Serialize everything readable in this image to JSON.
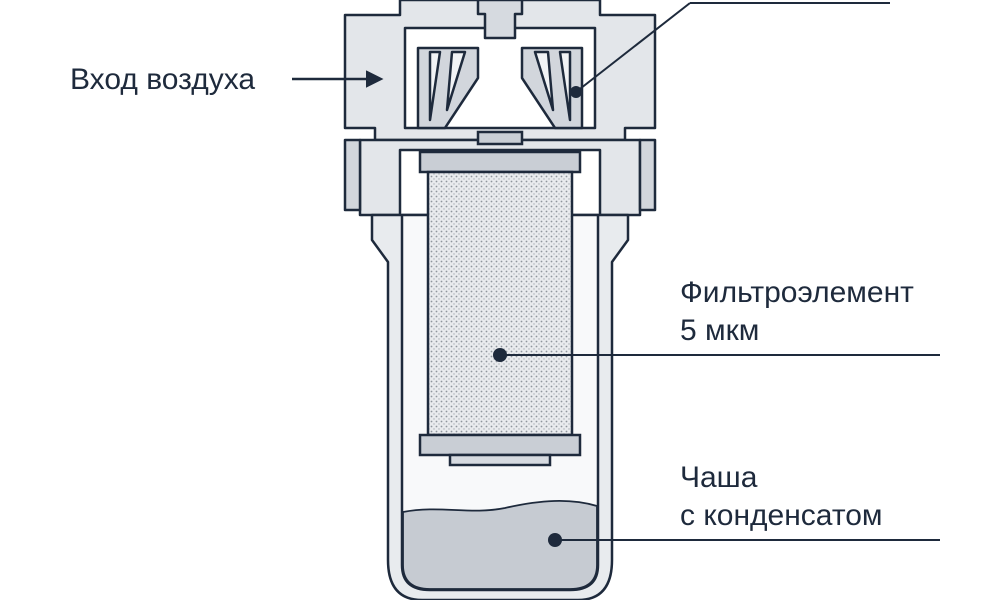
{
  "labels": {
    "air_inlet": "Вход воздуха",
    "filter_element": [
      "Фильтроэлемент",
      "5 мкм"
    ],
    "bowl": [
      "Чаша",
      "с конденсатом"
    ]
  },
  "colors": {
    "ink": "#1e2a3c",
    "housing": "#e3e6ea",
    "housing_dark": "#c9ced5",
    "bowl_glass": "#f4f6f8",
    "filter_dots": "#9aa0a8",
    "condensate": "#c6cbd2"
  }
}
